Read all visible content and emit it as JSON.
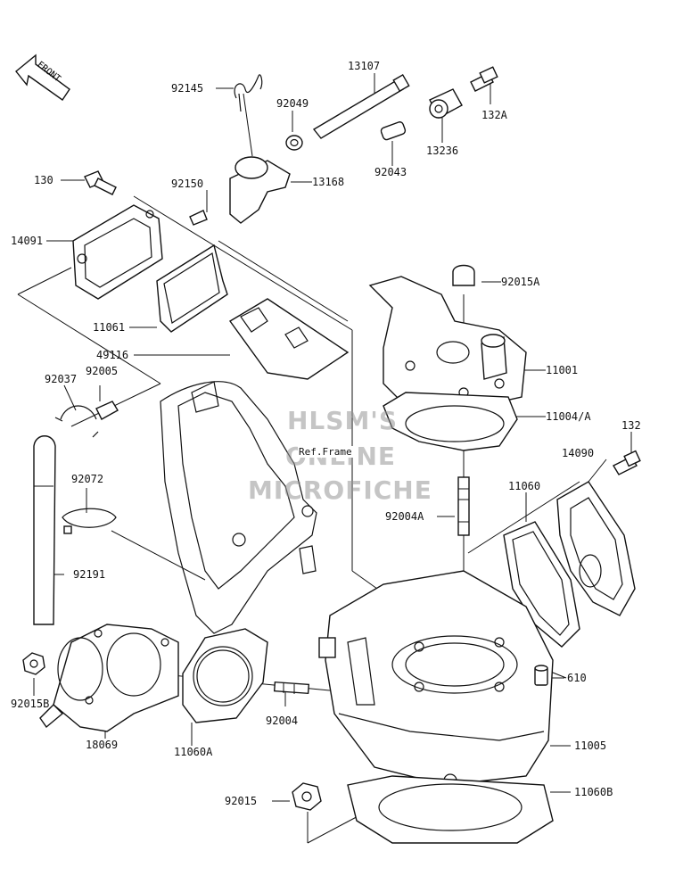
{
  "diagram": {
    "front_marker": "FRONT",
    "ref_label": "Ref.Frame",
    "watermark": {
      "line1": "HLSM'S",
      "line2": "ONLINE",
      "line3": "MICROFICHE"
    },
    "parts": {
      "p92145": "92145",
      "p13107": "13107",
      "p92049": "92049",
      "p132A": "132A",
      "p13236": "13236",
      "p92043": "92043",
      "p130": "130",
      "p92150": "92150",
      "p13168": "13168",
      "p14091": "14091",
      "p92015A": "92015A",
      "p11061": "11061",
      "p49116": "49116",
      "p11001": "11001",
      "p92037": "92037",
      "p92005": "92005",
      "p11004A": "11004/A",
      "p132": "132",
      "p14090": "14090",
      "p92072": "92072",
      "p11060": "11060",
      "p92004A": "92004A",
      "p92191": "92191",
      "p610": "610",
      "p92015B": "92015B",
      "p92004": "92004",
      "p18069": "18069",
      "p11060A": "11060A",
      "p11005": "11005",
      "p92015": "92015",
      "p11060B": "11060B"
    }
  }
}
